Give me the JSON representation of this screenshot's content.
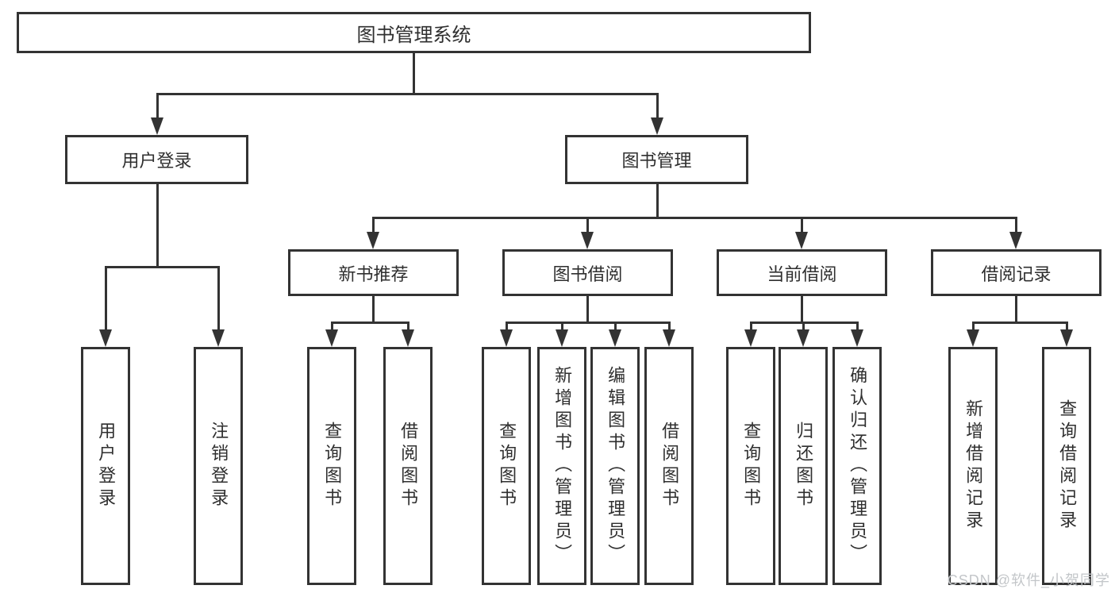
{
  "tree": {
    "root": {
      "label": "图书管理系统"
    },
    "level2": [
      {
        "label": "用户登录",
        "children": [
          {
            "label": "用户登录"
          },
          {
            "label": "注销登录"
          }
        ]
      },
      {
        "label": "图书管理",
        "children": [
          {
            "label": "新书推荐",
            "children": [
              {
                "label": "查询图书"
              },
              {
                "label": "借阅图书"
              }
            ]
          },
          {
            "label": "图书借阅",
            "children": [
              {
                "label": "查询图书"
              },
              {
                "label": "新增图书（管理员）"
              },
              {
                "label": "编辑图书（管理员）"
              },
              {
                "label": "借阅图书"
              }
            ]
          },
          {
            "label": "当前借阅",
            "children": [
              {
                "label": "查询图书"
              },
              {
                "label": "归还图书"
              },
              {
                "label": "确认归还（管理员）"
              }
            ]
          },
          {
            "label": "借阅记录",
            "children": [
              {
                "label": "新增借阅记录"
              },
              {
                "label": "查询借阅记录"
              }
            ]
          }
        ]
      }
    ]
  },
  "watermark": "CSDN @软件_小贺同学",
  "colors": {
    "line": "#333333",
    "text": "#2f2f2f",
    "background": "#ffffff",
    "watermark": "#c3c6c9"
  }
}
